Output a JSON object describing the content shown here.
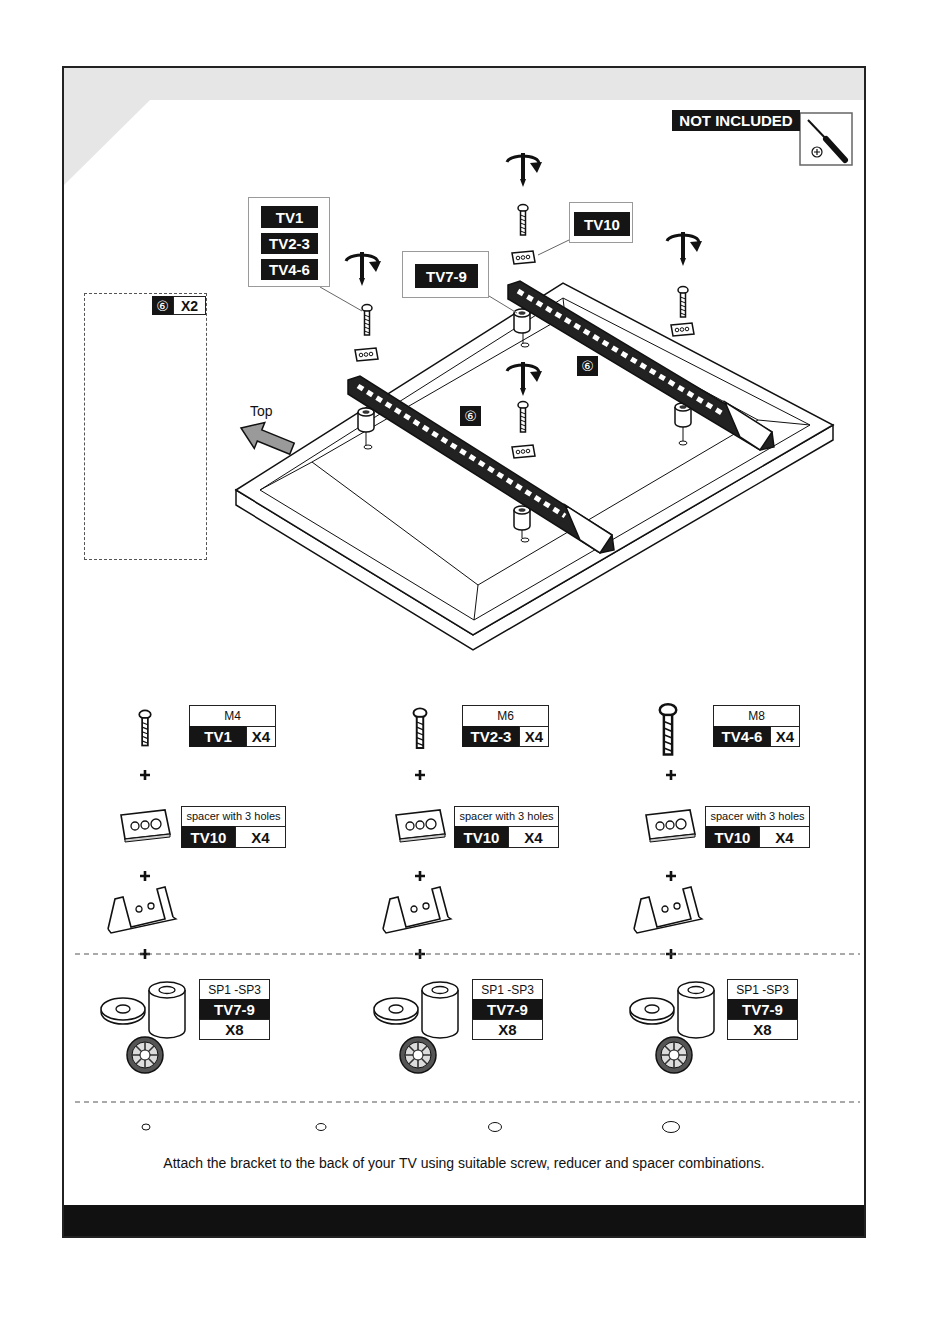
{
  "diagram": {
    "caption": "Attach the bracket to the back of your TV using suitable screw, reducer and spacer combinations.",
    "nodes": [
      {
        "text": [
          "NOT INCLUDED"
        ]
      },
      {
        "text": [
          "TV1",
          "TV2-3",
          "TV4-6"
        ]
      },
      {
        "text": [
          "TV10"
        ]
      },
      {
        "text": [
          "TV7-9"
        ]
      },
      {
        "text": [
          "⑥",
          "X2"
        ]
      },
      {
        "text": [
          "⑥"
        ]
      },
      {
        "text": [
          "⑥"
        ]
      },
      {
        "text": [
          "M4",
          "TV1",
          "X4"
        ]
      },
      {
        "text": [
          "M6",
          "TV2-3",
          "X4"
        ]
      },
      {
        "text": [
          "M8",
          "TV4-6",
          "X4"
        ]
      },
      {
        "text": [
          "spacer with 3 holes",
          "TV10",
          "X4"
        ]
      },
      {
        "text": [
          "spacer with 3 holes",
          "TV10",
          "X4"
        ]
      },
      {
        "text": [
          "spacer with 3 holes",
          "TV10",
          "X4"
        ]
      },
      {
        "text": [
          "SP1 -SP3",
          "TV7-9",
          "X8"
        ]
      },
      {
        "text": [
          "SP1 -SP3",
          "TV7-9",
          "X8"
        ]
      },
      {
        "text": [
          "SP1 -SP3",
          "TV7-9",
          "X8"
        ]
      }
    ],
    "labels": [
      "Top"
    ]
  }
}
